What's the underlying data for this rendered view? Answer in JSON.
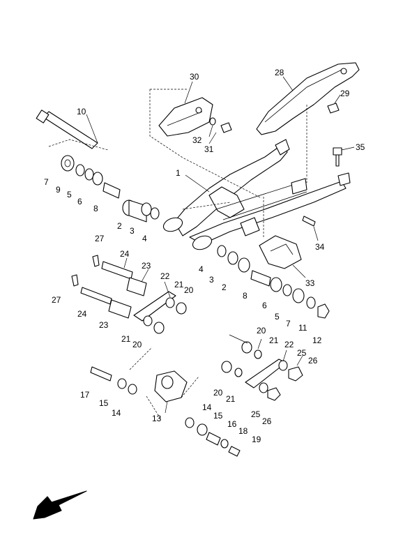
{
  "callouts": [
    {
      "id": "1",
      "label": "1"
    },
    {
      "id": "2a",
      "label": "2"
    },
    {
      "id": "2b",
      "label": "2"
    },
    {
      "id": "3a",
      "label": "3"
    },
    {
      "id": "3b",
      "label": "3"
    },
    {
      "id": "4a",
      "label": "4"
    },
    {
      "id": "4b",
      "label": "4"
    },
    {
      "id": "5a",
      "label": "5"
    },
    {
      "id": "5b",
      "label": "5"
    },
    {
      "id": "6a",
      "label": "6"
    },
    {
      "id": "6b",
      "label": "6"
    },
    {
      "id": "7a",
      "label": "7"
    },
    {
      "id": "7b",
      "label": "7"
    },
    {
      "id": "8a",
      "label": "8"
    },
    {
      "id": "8b",
      "label": "8"
    },
    {
      "id": "9",
      "label": "9"
    },
    {
      "id": "10",
      "label": "10"
    },
    {
      "id": "11",
      "label": "11"
    },
    {
      "id": "12",
      "label": "12"
    },
    {
      "id": "13",
      "label": "13"
    },
    {
      "id": "14a",
      "label": "14"
    },
    {
      "id": "14b",
      "label": "14"
    },
    {
      "id": "15a",
      "label": "15"
    },
    {
      "id": "15b",
      "label": "15"
    },
    {
      "id": "16",
      "label": "16"
    },
    {
      "id": "17",
      "label": "17"
    },
    {
      "id": "18",
      "label": "18"
    },
    {
      "id": "19",
      "label": "19"
    },
    {
      "id": "20a",
      "label": "20"
    },
    {
      "id": "20b",
      "label": "20"
    },
    {
      "id": "20c",
      "label": "20"
    },
    {
      "id": "20d",
      "label": "20"
    },
    {
      "id": "21a",
      "label": "21"
    },
    {
      "id": "21b",
      "label": "21"
    },
    {
      "id": "21c",
      "label": "21"
    },
    {
      "id": "21d",
      "label": "21"
    },
    {
      "id": "22a",
      "label": "22"
    },
    {
      "id": "22b",
      "label": "22"
    },
    {
      "id": "23a",
      "label": "23"
    },
    {
      "id": "23b",
      "label": "23"
    },
    {
      "id": "24a",
      "label": "24"
    },
    {
      "id": "24b",
      "label": "24"
    },
    {
      "id": "25a",
      "label": "25"
    },
    {
      "id": "25b",
      "label": "25"
    },
    {
      "id": "26a",
      "label": "26"
    },
    {
      "id": "26b",
      "label": "26"
    },
    {
      "id": "27a",
      "label": "27"
    },
    {
      "id": "27b",
      "label": "27"
    },
    {
      "id": "28",
      "label": "28"
    },
    {
      "id": "29",
      "label": "29"
    },
    {
      "id": "30",
      "label": "30"
    },
    {
      "id": "31",
      "label": "31"
    },
    {
      "id": "32",
      "label": "32"
    },
    {
      "id": "33",
      "label": "33"
    },
    {
      "id": "34",
      "label": "34"
    },
    {
      "id": "35",
      "label": "35"
    }
  ],
  "icons": {
    "direction_arrow": "front-direction-arrow-icon"
  },
  "colors": {
    "line": "#000000",
    "background": "#ffffff"
  }
}
